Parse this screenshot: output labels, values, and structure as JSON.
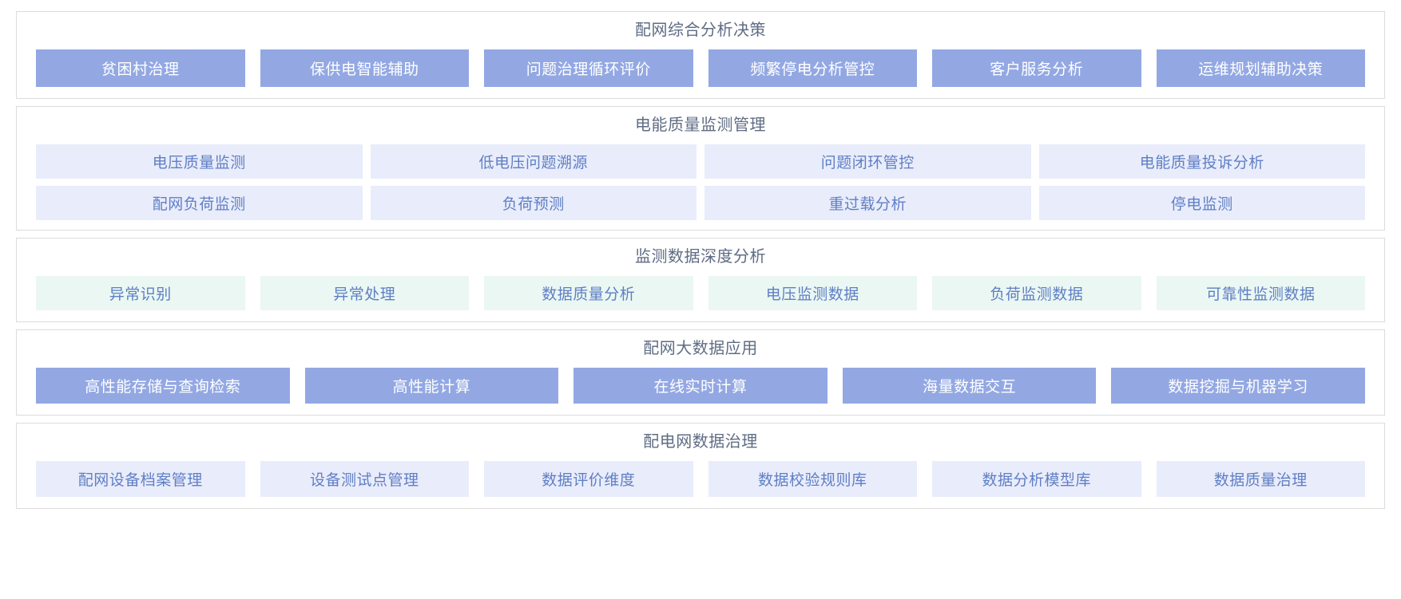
{
  "sections": [
    {
      "title": "配网综合分析决策",
      "style": "solid",
      "rows": [
        {
          "items": [
            {
              "label": "贫困村治理",
              "flex": 232
            },
            {
              "label": "保供电智能辅助",
              "flex": 232
            },
            {
              "label": "问题治理循环评价",
              "flex": 232
            },
            {
              "label": "频繁停电分析管控",
              "flex": 232
            },
            {
              "label": "客户服务分析",
              "flex": 232
            },
            {
              "label": "运维规划辅助决策",
              "flex": 232
            }
          ]
        }
      ]
    },
    {
      "title": "电能质量监测管理",
      "style": "lav",
      "rows": [
        {
          "items": [
            {
              "label": "电压质量监测",
              "flex": 367
            },
            {
              "label": "低电压问题溯源",
              "flex": 367
            },
            {
              "label": "问题闭环管控",
              "flex": 367
            },
            {
              "label": "电能质量投诉分析",
              "flex": 367
            }
          ]
        },
        {
          "items": [
            {
              "label": "配网负荷监测",
              "flex": 367
            },
            {
              "label": "负荷预测",
              "flex": 367
            },
            {
              "label": "重过载分析",
              "flex": 367
            },
            {
              "label": "停电监测",
              "flex": 367
            }
          ]
        }
      ]
    },
    {
      "title": "监测数据深度分析",
      "style": "mint",
      "rows": [
        {
          "items": [
            {
              "label": "异常识别",
              "flex": 232
            },
            {
              "label": "异常处理",
              "flex": 232
            },
            {
              "label": "数据质量分析",
              "flex": 232
            },
            {
              "label": "电压监测数据",
              "flex": 232
            },
            {
              "label": "负荷监测数据",
              "flex": 232
            },
            {
              "label": "可靠性监测数据",
              "flex": 232
            }
          ]
        }
      ]
    },
    {
      "title": "配网大数据应用",
      "style": "solid",
      "rows": [
        {
          "items": [
            {
              "label": "高性能存储与查询检索",
              "flex": 286
            },
            {
              "label": "高性能计算",
              "flex": 286
            },
            {
              "label": "在线实时计算",
              "flex": 286
            },
            {
              "label": "海量数据交互",
              "flex": 286
            },
            {
              "label": "数据挖掘与机器学习",
              "flex": 286
            }
          ]
        }
      ]
    },
    {
      "title": "配电网数据治理",
      "style": "lav",
      "rows": [
        {
          "items": [
            {
              "label": "配网设备档案管理",
              "flex": 232
            },
            {
              "label": "设备测试点管理",
              "flex": 232
            },
            {
              "label": "数据评价维度",
              "flex": 232
            },
            {
              "label": "数据校验规则库",
              "flex": 232
            },
            {
              "label": "数据分析模型库",
              "flex": 232
            },
            {
              "label": "数据质量治理",
              "flex": 232
            }
          ]
        }
      ]
    }
  ],
  "colors": {
    "solid_bg": "#93a8e3",
    "solid_text": "#ffffff",
    "lav_bg": "#e9ecfb",
    "mint_bg": "#eaf7f3",
    "tile_text": "#5f7fc4",
    "title_text": "#5f6c84",
    "section_border": "#dcdcdc"
  }
}
